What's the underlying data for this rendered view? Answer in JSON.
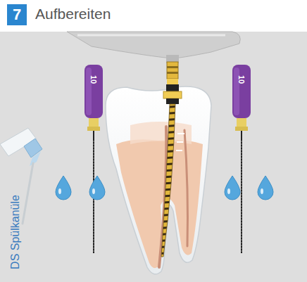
{
  "diagram": {
    "title": "Aufbereiten",
    "nodes": [
      {
        "text": [
          "7"
        ]
      }
    ],
    "labels": [
      "DS Spülkanüle",
      "10",
      "10"
    ]
  }
}
